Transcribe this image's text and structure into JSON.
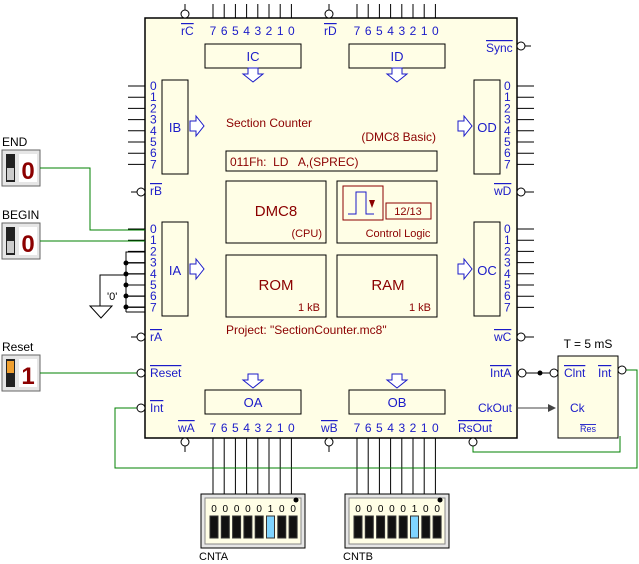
{
  "chip": {
    "title": "Section Counter",
    "subtitle": "(DMC8 Basic)",
    "instruction": "011Fh:  LD   A,(SPREC)",
    "project": "Project:  \"SectionCounter.mc8\"",
    "cpu": {
      "name": "DMC8",
      "sub": "(CPU)"
    },
    "control": {
      "label": "Control Logic",
      "counter": "12/13"
    },
    "rom": {
      "name": "ROM",
      "size": "1 kB"
    },
    "ram": {
      "name": "RAM",
      "size": "1 kB"
    }
  },
  "ports": {
    "ic": "IC",
    "id": "ID",
    "ib": "IB",
    "ia": "IA",
    "od": "OD",
    "oc": "OC",
    "oa": "OA",
    "ob": "OB"
  },
  "pins": {
    "bit_digits": [
      "7",
      "6",
      "5",
      "4",
      "3",
      "2",
      "1",
      "0"
    ],
    "side_digits": [
      "0",
      "1",
      "2",
      "3",
      "4",
      "5",
      "6",
      "7"
    ],
    "rC": "rC",
    "rD": "rD",
    "rB": "rB",
    "rA": "rA",
    "wD": "wD",
    "wC": "wC",
    "wA": "wA",
    "wB": "wB",
    "sync": "Sync",
    "reset": "Reset",
    "int": "Int",
    "intA": "IntA",
    "ckout": "CkOut",
    "rsout": "RsOut"
  },
  "inputs": {
    "end": {
      "label": "END",
      "value": "0"
    },
    "begin": {
      "label": "BEGIN",
      "value": "0"
    },
    "reset": {
      "label": "Reset",
      "value": "1"
    },
    "zero_label": "'0'"
  },
  "timer": {
    "label": "T = 5 mS",
    "clnt": "Clnt",
    "int": "Int",
    "ck": "Ck",
    "res": "Res"
  },
  "displays": {
    "cnta": {
      "label": "CNTA",
      "digits": [
        "0",
        "0",
        "0",
        "0",
        "0",
        "1",
        "0",
        "0"
      ],
      "highlight_index": 5
    },
    "cntb": {
      "label": "CNTB",
      "digits": [
        "0",
        "0",
        "0",
        "0",
        "0",
        "1",
        "0",
        "0"
      ],
      "highlight_index": 5
    }
  },
  "colors": {
    "chip_bg": "#fffee6",
    "blue": "#1b1bc8",
    "red": "#8b0000",
    "wire_green": "#008000",
    "highlight": "#7fd4ff"
  }
}
